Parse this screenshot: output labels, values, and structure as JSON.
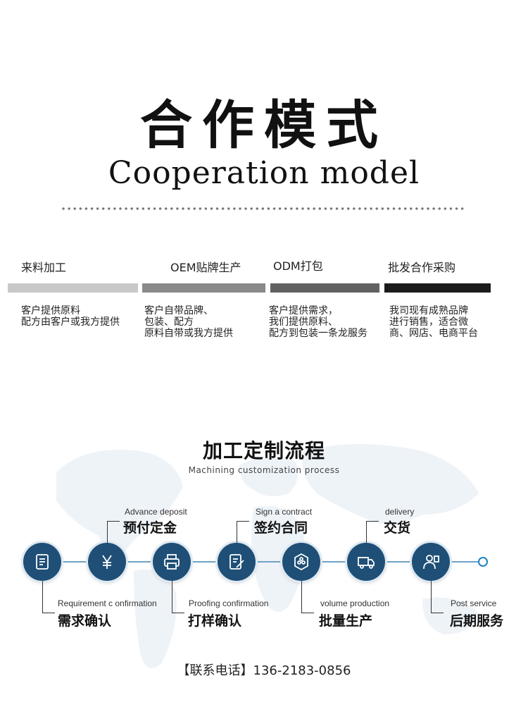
{
  "header": {
    "title_cn": "合作模式",
    "title_en": "Cooperation model"
  },
  "modes": [
    {
      "title": "来料加工",
      "desc": "客户提供原料\n配方由客户或我方提供",
      "color": "#c8c8c8"
    },
    {
      "title": "OEM贴牌生产",
      "desc": "客户自带品牌、\n包装、配方\n原料自带或我方提供",
      "color": "#8a8a8a"
    },
    {
      "title": "ODM打包",
      "desc": "客户提供需求，\n我们提供原料、\n配方到包装一条龙服务",
      "color": "#616161"
    },
    {
      "title": "批发合作采购",
      "desc": "我司现有成熟品牌\n进行销售，适合微\n商、网店、电商平台",
      "color": "#1c1c1c"
    }
  ],
  "process": {
    "title_cn": "加工定制流程",
    "title_en": "Machining customization process",
    "steps": [
      {
        "en": "Requirement  c onfirmation",
        "cn": "需求确认",
        "icon": "document-list-icon",
        "pos": "below"
      },
      {
        "en": "Advance deposit",
        "cn": "预付定金",
        "icon": "yen-icon",
        "pos": "above"
      },
      {
        "en": "Proofing confirmation",
        "cn": "打样确认",
        "icon": "printer-icon",
        "pos": "below"
      },
      {
        "en": "Sign a contract",
        "cn": "签约合同",
        "icon": "contract-pen-icon",
        "pos": "above"
      },
      {
        "en": "volume production",
        "cn": "批量生产",
        "icon": "production-icon",
        "pos": "below"
      },
      {
        "en": "delivery",
        "cn": "交货",
        "icon": "truck-icon",
        "pos": "above"
      },
      {
        "en": "Post service",
        "cn": "后期服务",
        "icon": "service-person-icon",
        "pos": "below"
      }
    ],
    "accent_color": "#1f4f77"
  },
  "contact": "【联系电话】136-2183-0856"
}
